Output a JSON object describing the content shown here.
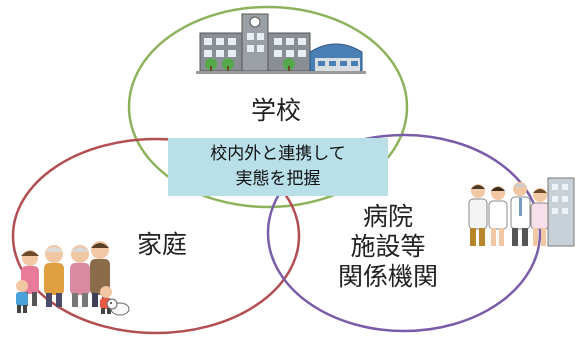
{
  "circles": {
    "school": {
      "label": "学校",
      "color": "#8db25c"
    },
    "family": {
      "label": "家庭",
      "color": "#b34e52"
    },
    "hospital": {
      "lines": [
        "病院",
        "施設等",
        "関係機関"
      ],
      "color": "#7a5ca8"
    }
  },
  "center_box": {
    "lines": [
      "校内外と連携して",
      "実態を把握"
    ],
    "color": "#b9dfe8"
  },
  "icons": [
    "school-building-icon",
    "family-group-icon",
    "dog-icon",
    "medical-staff-icon",
    "hospital-building-icon"
  ]
}
